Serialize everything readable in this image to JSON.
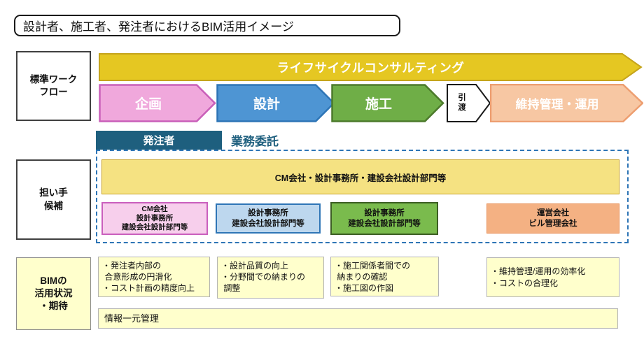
{
  "title": "設計者、施工者、発注者におけるBIM活用イメージ",
  "workflow": {
    "row_label": "標準ワーク\nフロー",
    "banner": "ライフサイクルコンサルティング",
    "phases": [
      {
        "label": "企画"
      },
      {
        "label": "設計"
      },
      {
        "label": "施工"
      },
      {
        "label": "引\n渡"
      },
      {
        "label": "維持管理・運用"
      }
    ]
  },
  "actors": {
    "row_label": "担い手\n候補",
    "owner": "発注者",
    "outsourcing": "業務委託",
    "lifecycle_consultant": "CM会社・設計事務所・建設会社設計部門等",
    "candidates": [
      {
        "label": "CM会社\n設計事務所\n建設会社設計部門等"
      },
      {
        "label": "設計事務所\n建設会社設計部門等"
      },
      {
        "label": "設計事務所\n建設会社設計部門等"
      },
      {
        "label": "運営会社\nビル管理会社"
      }
    ]
  },
  "bim": {
    "row_label": "BIMの\n活用状況\n・期待",
    "notes": [
      {
        "text": "・発注者内部の\n 合意形成の円滑化\n・コスト計画の精度向上"
      },
      {
        "text": "・設計品質の向上\n・分野間での納まりの\n 調整"
      },
      {
        "text": "・施工関係者間での\n 納まりの確認\n・施工図の作図"
      },
      {
        "text": "・維持管理/運用の効率化\n・コストの合理化"
      }
    ],
    "shared_note": "情報一元管理"
  },
  "palette": {
    "banner_fill": "#E5C722",
    "banner_border": "#C5A41B",
    "planning_fill": "#F0A8DC",
    "planning_border": "#C95FB9",
    "design_fill": "#4E95D3",
    "design_border": "#2E75B6",
    "construction_fill": "#6FAE47",
    "construction_border": "#4C7A2B",
    "handover_fill": "#FFFFFF",
    "handover_border": "#1A1A1A",
    "operation_fill": "#F7C7A3",
    "operation_border": "#ED9E70",
    "owner_bg": "#1E5F7E",
    "dashed_border": "#2E75B6",
    "consultant_fill": "#F5E282",
    "candidate_pink": "#F7CFEC",
    "candidate_blue": "#BDD7EE",
    "candidate_green": "#7ABB4D",
    "candidate_orange": "#F4B183",
    "note_fill": "#FFFFCC"
  }
}
